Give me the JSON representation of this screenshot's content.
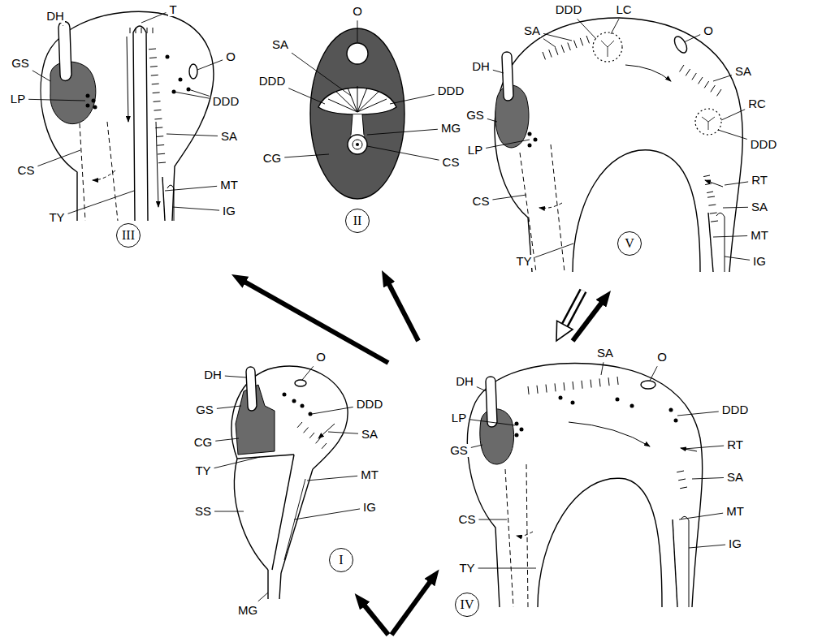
{
  "diagram": {
    "nodes": [
      {
        "text": [
          "III"
        ]
      },
      {
        "text": [
          "II"
        ]
      },
      {
        "text": [
          "V"
        ]
      },
      {
        "text": [
          "I"
        ]
      },
      {
        "text": [
          "IV"
        ]
      }
    ],
    "edges": [
      {
        "from": 4,
        "to": 0,
        "arrow": "to"
      },
      {
        "from": 4,
        "to": 1,
        "arrow": "to"
      },
      {
        "from": 4,
        "to": 2,
        "arrow": "to"
      },
      {
        "from": 2,
        "to": 4,
        "arrow": "to"
      }
    ],
    "labels": [
      "DH",
      "T",
      "GS",
      "O",
      "LP",
      "DDD",
      "SA",
      "CS",
      "MT",
      "TY",
      "IG",
      "O",
      "SA",
      "DDD",
      "DDD",
      "MG",
      "CG",
      "CS",
      "DDD",
      "LC",
      "SA",
      "O",
      "DH",
      "SA",
      "GS",
      "LP",
      "RC",
      "DDD",
      "CS",
      "RT",
      "SA",
      "TY",
      "MT",
      "IG",
      "DH",
      "O",
      "GS",
      "DDD",
      "CG",
      "SA",
      "TY",
      "MT",
      "SS",
      "IG",
      "MG",
      "DH",
      "SA",
      "O",
      "LP",
      "GS",
      "DDD",
      "CS",
      "RT",
      "TY",
      "SA",
      "MT",
      "IG"
    ]
  }
}
